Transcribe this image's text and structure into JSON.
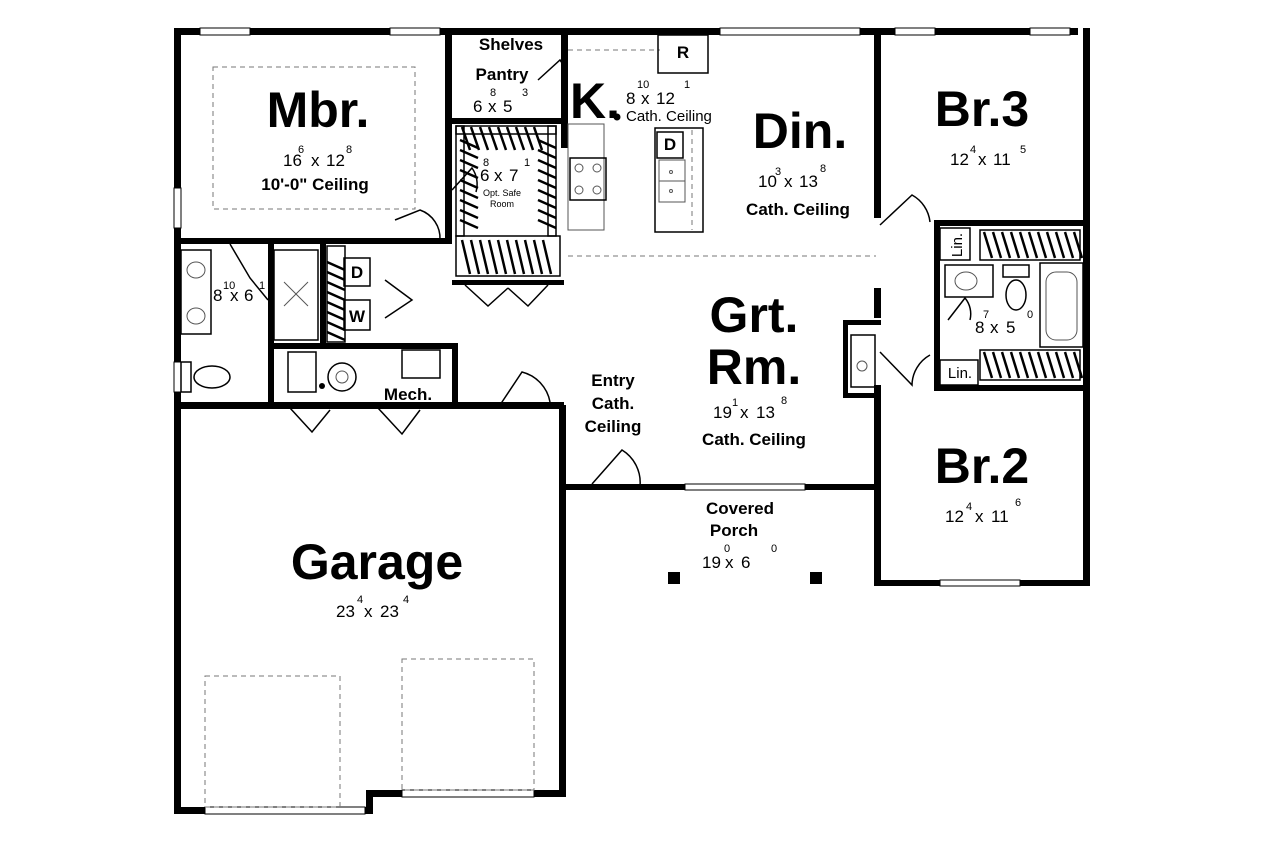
{
  "rooms": {
    "mbr": {
      "name": "Mbr.",
      "w": "16",
      "w_in": "6",
      "d": "12",
      "d_in": "8",
      "note": "10'-0\" Ceiling"
    },
    "pantry": {
      "name": "Pantry",
      "w": "6",
      "w_in": "8",
      "d": "5",
      "d_in": "3"
    },
    "shelves": {
      "name": "Shelves"
    },
    "kitchen": {
      "name": "K.",
      "w": "8",
      "w_in": "10",
      "d": "12",
      "d_in": "1",
      "note": "Cath. Ceiling"
    },
    "safe": {
      "w": "6",
      "w_in": "8",
      "d": "7",
      "d_in": "1",
      "note1": "Opt. Safe",
      "note2": "Room"
    },
    "dining": {
      "name": "Din.",
      "w": "10",
      "w_in": "3",
      "d": "13",
      "d_in": "8",
      "note": "Cath. Ceiling"
    },
    "br3": {
      "name": "Br.3",
      "w": "12",
      "w_in": "4",
      "d": "11",
      "d_in": "5"
    },
    "mbath": {
      "w": "8",
      "w_in": "10",
      "d": "6",
      "d_in": "1"
    },
    "bath2": {
      "w": "8",
      "w_in": "7",
      "d": "5",
      "d_in": "0"
    },
    "great": {
      "name1": "Grt.",
      "name2": "Rm.",
      "w": "19",
      "w_in": "1",
      "d": "13",
      "d_in": "8",
      "note": "Cath. Ceiling"
    },
    "entry": {
      "l1": "Entry",
      "l2": "Cath.",
      "l3": "Ceiling"
    },
    "mech": {
      "name": "Mech."
    },
    "br2": {
      "name": "Br.2",
      "w": "12",
      "w_in": "4",
      "d": "11",
      "d_in": "6"
    },
    "porch": {
      "l1": "Covered",
      "l2": "Porch",
      "w": "19",
      "w_in": "0",
      "d": "6",
      "d_in": "0"
    },
    "garage": {
      "name": "Garage",
      "w": "23",
      "w_in": "4",
      "d": "23",
      "d_in": "4"
    }
  },
  "fixtures": {
    "refrigerator": "R",
    "dishwasher": "D",
    "dryer": "D",
    "washer": "W",
    "linen_upper": "Lin.",
    "linen_lower": "Lin."
  },
  "dimension_separator": "x"
}
